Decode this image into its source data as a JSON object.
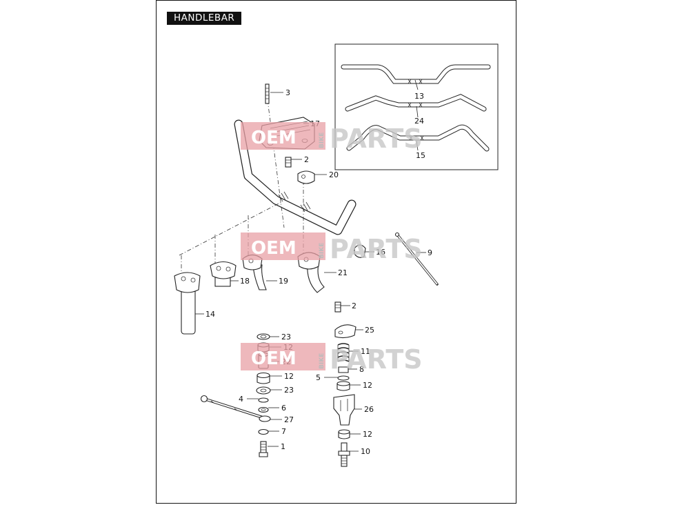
{
  "diagram": {
    "title": "HANDLEBAR",
    "watermark": {
      "oem": "OEM",
      "bike": "BIKE",
      "parts": "PARTS"
    },
    "callouts": {
      "c1": "1",
      "c2a": "2",
      "c2b": "2",
      "c3": "3",
      "c4": "4",
      "c5": "5",
      "c6": "6",
      "c7": "7",
      "c8": "8",
      "c9": "9",
      "c10": "10",
      "c11": "11",
      "c12a": "12",
      "c12b": "12",
      "c12c": "12",
      "c12d": "12",
      "c13": "13",
      "c14": "14",
      "c15": "15",
      "c16": "16",
      "c17": "17",
      "c18": "18",
      "c19": "19",
      "c20": "20",
      "c21": "21",
      "c22": "22",
      "c23a": "23",
      "c23b": "23",
      "c24": "24",
      "c25": "25",
      "c26": "26",
      "c27": "27"
    }
  }
}
